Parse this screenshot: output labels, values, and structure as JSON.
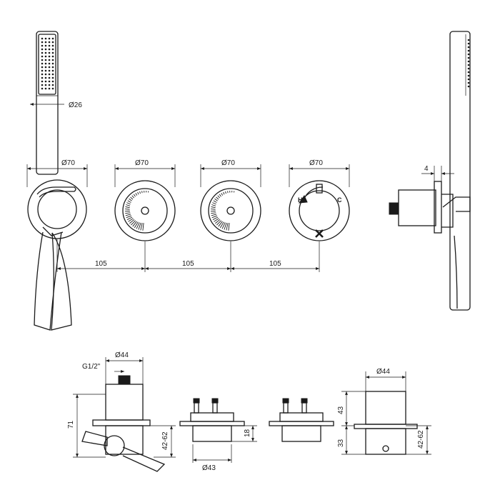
{
  "dimensions": {
    "handshower_diameter": "Ø26",
    "outlet_diameter": "Ø70",
    "mixer1_diameter": "Ø70",
    "mixer2_diameter": "Ø70",
    "thermostat_diameter": "Ø70",
    "spacing_1": "105",
    "spacing_2": "105",
    "spacing_3": "105",
    "side_plate_thickness": "4",
    "body_diameter_a": "Ø44",
    "thread": "G1/2\"",
    "body_height": "71",
    "body_depth_a": "42-62",
    "valve_diameter": "Ø43",
    "valve_height": "18",
    "body_diameter_b": "Ø44",
    "upper_height": "43",
    "lower_height": "33",
    "body_depth_b": "42-62"
  },
  "labels": {
    "hot": "H",
    "cold": "C"
  }
}
